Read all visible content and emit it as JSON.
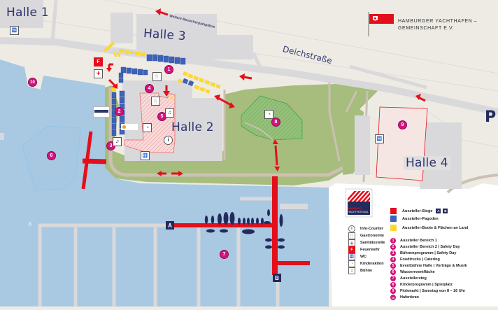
{
  "organization": {
    "name_line1": "HAMBURGER YACHTHAFEN –",
    "name_line2": "GEMEINSCHAFT E.V.",
    "flag_color": "#e3101b"
  },
  "festival_logo": {
    "line1": "HAMBURG",
    "line2": "YACHTFESTIVAL"
  },
  "map_labels": {
    "halle1": "Halle 1",
    "halle2": "Halle 2",
    "halle3": "Halle 3",
    "halle4": "Halle 4",
    "street": "Deichstraße",
    "parking_hint": "Weitere Besucherparkplätze",
    "parking": "P",
    "pier_a": "A",
    "pier_b": "B",
    "pier_a_ghost": "A"
  },
  "fire_label": "F",
  "pins": [
    {
      "id": "1",
      "label": "1"
    },
    {
      "id": "2",
      "label": "2"
    },
    {
      "id": "3",
      "label": "3"
    },
    {
      "id": "4",
      "label": "4"
    },
    {
      "id": "5",
      "label": "5"
    },
    {
      "id": "6",
      "label": "6"
    },
    {
      "id": "7",
      "label": "7"
    },
    {
      "id": "8",
      "label": "8"
    },
    {
      "id": "9",
      "label": "9"
    },
    {
      "id": "10",
      "label": "10"
    }
  ],
  "legend": {
    "colors": [
      {
        "label": "Aussteller-Stege",
        "color": "#e3101b",
        "badges": [
          "A",
          "B"
        ]
      },
      {
        "label": "Aussteller-Pagoden",
        "color": "#3f62b8"
      },
      {
        "label": "Aussteller-Boote & Flächen an Land",
        "color": "#fcd833"
      }
    ],
    "icons": [
      {
        "icon": "info-icon",
        "glyph": "i",
        "label": "Info-Counter"
      },
      {
        "icon": "gastronomy-icon",
        "glyph": "🍴",
        "label": "Gastronomie"
      },
      {
        "icon": "first-aid-icon",
        "glyph": "+",
        "label": "Sanitätsstelle"
      },
      {
        "icon": "fire-icon",
        "glyph": "F",
        "label": "Feuerwehr"
      },
      {
        "icon": "wc-icon",
        "glyph": "WC",
        "label": "WC"
      },
      {
        "icon": "kids-icon",
        "glyph": "◔",
        "label": "Kinderaktion"
      },
      {
        "icon": "stage-icon",
        "glyph": "♫",
        "label": "Bühne"
      }
    ],
    "areas": [
      {
        "num": "1",
        "label": "Aussteller Bereich 1"
      },
      {
        "num": "2",
        "label": "Aussteller Bereich 2 | Safety Day"
      },
      {
        "num": "3",
        "label": "Bühnenprogramm | Safety Day"
      },
      {
        "num": "4",
        "label": "Foodtrucks | Catering"
      },
      {
        "num": "5",
        "label": "Eventbühne Halle | Vorträge & Musik"
      },
      {
        "num": "6",
        "label": "Wasserevent​fläche"
      },
      {
        "num": "7",
        "label": "Ausstellersteg"
      },
      {
        "num": "8",
        "label": "Kinderprogramm | Spielplatz"
      },
      {
        "num": "9",
        "label": "Flohmarkt | Samstag von 8 – 16 Uhr"
      },
      {
        "num": "10",
        "label": "Hafenkran"
      }
    ]
  },
  "colors": {
    "land": "#edebe4",
    "water": "#a9c8e2",
    "grass": "#a6bd7e",
    "building": "#d9d9db",
    "path": "#cdbfb4",
    "pier_red": "#e3101b",
    "pagoda_blue": "#3f62b8",
    "boat_yellow": "#fcd833",
    "navy": "#232a5c",
    "pin_magenta": "#d6127d"
  }
}
